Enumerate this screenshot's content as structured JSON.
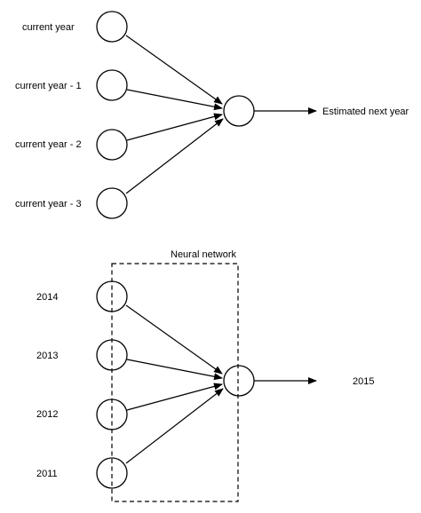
{
  "top_diagram": {
    "input_labels": [
      "current year",
      "current year - 1",
      "current year - 2",
      "current year - 3"
    ],
    "output_label": "Estimated next year"
  },
  "bottom_diagram": {
    "box_label": "Neural network",
    "input_labels": [
      "2014",
      "2013",
      "2012",
      "2011"
    ],
    "output_label": "2015"
  },
  "colors": {
    "line": "#000000",
    "background": "#ffffff"
  }
}
